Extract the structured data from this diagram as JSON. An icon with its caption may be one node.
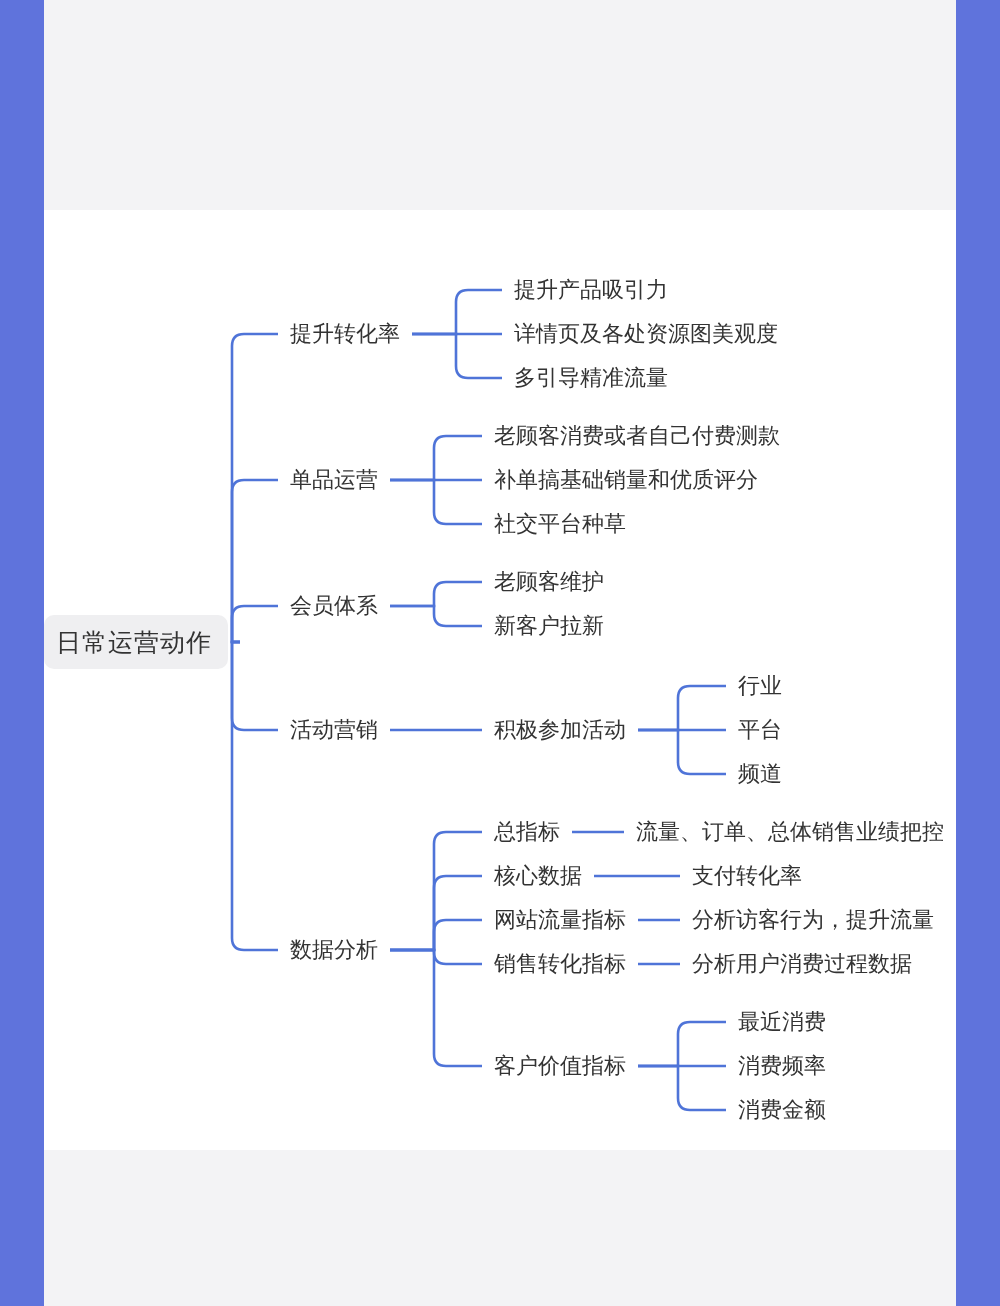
{
  "diagram": {
    "nodes": [
      {
        "text": [
          "日常运营动作"
        ]
      },
      {
        "text": [
          "提升转化率"
        ]
      },
      {
        "text": [
          "提升产品吸引力"
        ]
      },
      {
        "text": [
          "详情页及各处资源图美观度"
        ]
      },
      {
        "text": [
          "多引导精准流量"
        ]
      },
      {
        "text": [
          "单品运营"
        ]
      },
      {
        "text": [
          "老顾客消费或者自己付费测款"
        ]
      },
      {
        "text": [
          "补单搞基础销量和优质评分"
        ]
      },
      {
        "text": [
          "社交平台种草"
        ]
      },
      {
        "text": [
          "会员体系"
        ]
      },
      {
        "text": [
          "老顾客维护"
        ]
      },
      {
        "text": [
          "新客户拉新"
        ]
      },
      {
        "text": [
          "活动营销"
        ]
      },
      {
        "text": [
          "积极参加活动"
        ]
      },
      {
        "text": [
          "行业"
        ]
      },
      {
        "text": [
          "平台"
        ]
      },
      {
        "text": [
          "频道"
        ]
      },
      {
        "text": [
          "数据分析"
        ]
      },
      {
        "text": [
          "总指标"
        ]
      },
      {
        "text": [
          "流量、订单、总体销售业绩把控"
        ]
      },
      {
        "text": [
          "核心数据"
        ]
      },
      {
        "text": [
          "支付转化率"
        ]
      },
      {
        "text": [
          "网站流量指标"
        ]
      },
      {
        "text": [
          "分析访客行为，提升流量"
        ]
      },
      {
        "text": [
          "销售转化指标"
        ]
      },
      {
        "text": [
          "分析用户消费过程数据"
        ]
      },
      {
        "text": [
          "客户价值指标"
        ]
      },
      {
        "text": [
          "最近消费"
        ]
      },
      {
        "text": [
          "消费频率"
        ]
      },
      {
        "text": [
          "消费金额"
        ]
      }
    ],
    "edges": [
      {
        "from": 0,
        "to": 1,
        "arrow": "none"
      },
      {
        "from": 0,
        "to": 5,
        "arrow": "none"
      },
      {
        "from": 0,
        "to": 9,
        "arrow": "none"
      },
      {
        "from": 0,
        "to": 12,
        "arrow": "none"
      },
      {
        "from": 0,
        "to": 17,
        "arrow": "none"
      },
      {
        "from": 1,
        "to": 2,
        "arrow": "none"
      },
      {
        "from": 1,
        "to": 3,
        "arrow": "none"
      },
      {
        "from": 1,
        "to": 4,
        "arrow": "none"
      },
      {
        "from": 5,
        "to": 6,
        "arrow": "none"
      },
      {
        "from": 5,
        "to": 7,
        "arrow": "none"
      },
      {
        "from": 5,
        "to": 8,
        "arrow": "none"
      },
      {
        "from": 9,
        "to": 10,
        "arrow": "none"
      },
      {
        "from": 9,
        "to": 11,
        "arrow": "none"
      },
      {
        "from": 12,
        "to": 13,
        "arrow": "none"
      },
      {
        "from": 13,
        "to": 14,
        "arrow": "none"
      },
      {
        "from": 13,
        "to": 15,
        "arrow": "none"
      },
      {
        "from": 13,
        "to": 16,
        "arrow": "none"
      },
      {
        "from": 17,
        "to": 18,
        "arrow": "none"
      },
      {
        "from": 17,
        "to": 20,
        "arrow": "none"
      },
      {
        "from": 17,
        "to": 22,
        "arrow": "none"
      },
      {
        "from": 17,
        "to": 24,
        "arrow": "none"
      },
      {
        "from": 17,
        "to": 26,
        "arrow": "none"
      },
      {
        "from": 18,
        "to": 19,
        "arrow": "none"
      },
      {
        "from": 20,
        "to": 21,
        "arrow": "none"
      },
      {
        "from": 22,
        "to": 23,
        "arrow": "none"
      },
      {
        "from": 24,
        "to": 25,
        "arrow": "none"
      },
      {
        "from": 26,
        "to": 27,
        "arrow": "none"
      },
      {
        "from": 26,
        "to": 28,
        "arrow": "none"
      },
      {
        "from": 26,
        "to": 29,
        "arrow": "none"
      }
    ]
  }
}
